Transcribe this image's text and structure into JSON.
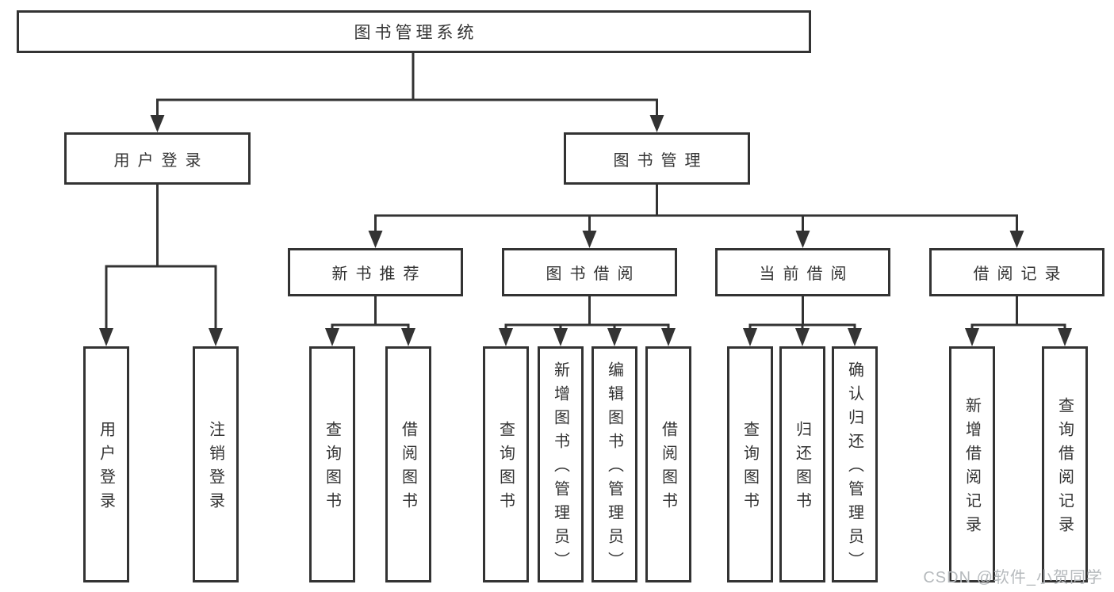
{
  "tree": {
    "root": {
      "label": "图书管理系统"
    },
    "level2": [
      {
        "label": "用户登录"
      },
      {
        "label": "图书管理"
      }
    ],
    "level3": [
      {
        "label": "新书推荐"
      },
      {
        "label": "图书借阅"
      },
      {
        "label": "当前借阅"
      },
      {
        "label": "借阅记录"
      }
    ],
    "leaves": {
      "user_login": [
        "用户登录",
        "注销登录"
      ],
      "new_book_recommend": [
        "查询图书",
        "借阅图书"
      ],
      "book_borrow": [
        "查询图书",
        "新增图书（管理员）",
        "编辑图书（管理员）",
        "借阅图书"
      ],
      "current_borrow": [
        "查询图书",
        "归还图书",
        "确认归还（管理员）"
      ],
      "borrow_record": [
        "新增借阅记录",
        "查询借阅记录"
      ]
    }
  },
  "watermark": {
    "text": "CSDN @软件_小贺同学",
    "color": "#b6babd"
  },
  "colors": {
    "line": "#333333",
    "text": "#333333",
    "background": "#ffffff"
  }
}
